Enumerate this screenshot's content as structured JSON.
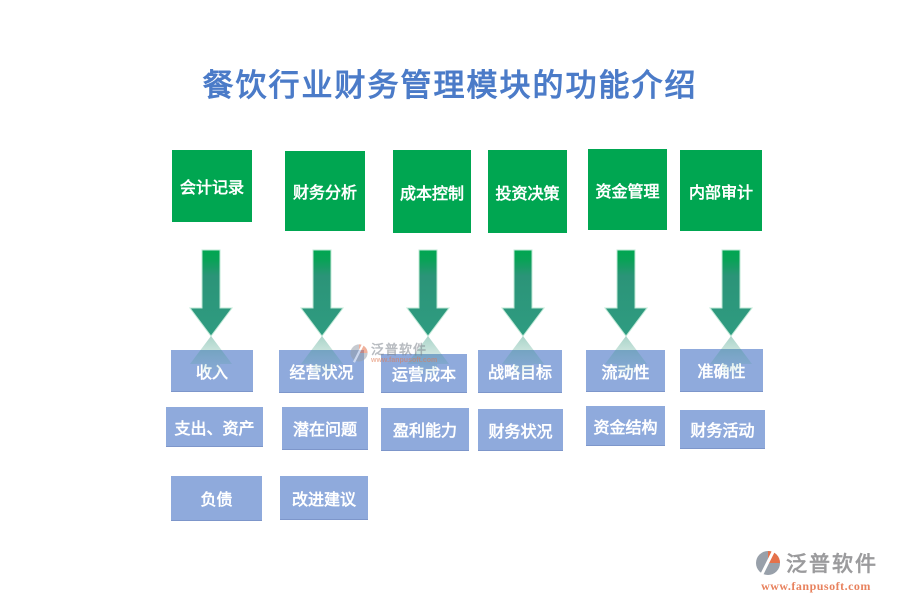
{
  "title": "餐饮行业财务管理模块的功能介绍",
  "columns": [
    {
      "header": "会计记录",
      "items": [
        "收入",
        "支出、资产",
        "负债"
      ]
    },
    {
      "header": "财务分析",
      "items": [
        "经营状况",
        "潜在问题",
        "改进建议"
      ]
    },
    {
      "header": "成本控制",
      "items": [
        "运营成本",
        "盈利能力"
      ]
    },
    {
      "header": "投资决策",
      "items": [
        "战略目标",
        "财务状况"
      ]
    },
    {
      "header": "资金管理",
      "items": [
        "流动性",
        "资金结构"
      ]
    },
    {
      "header": "内部审计",
      "items": [
        "准确性",
        "财务活动"
      ]
    }
  ],
  "watermark": {
    "brand": "泛普软件",
    "url": "www.fanpusoft.com"
  },
  "footer": {
    "brand": "泛普软件",
    "url": "www.fanpusoft.com"
  },
  "colors": {
    "title_blue": "#4b7bc8",
    "header_green": "#00a651",
    "item_blue": "#8faadc",
    "arrow_teal": "#2b9478",
    "brand_gray": "#9b9b9d",
    "brand_orange": "#e8825e"
  }
}
